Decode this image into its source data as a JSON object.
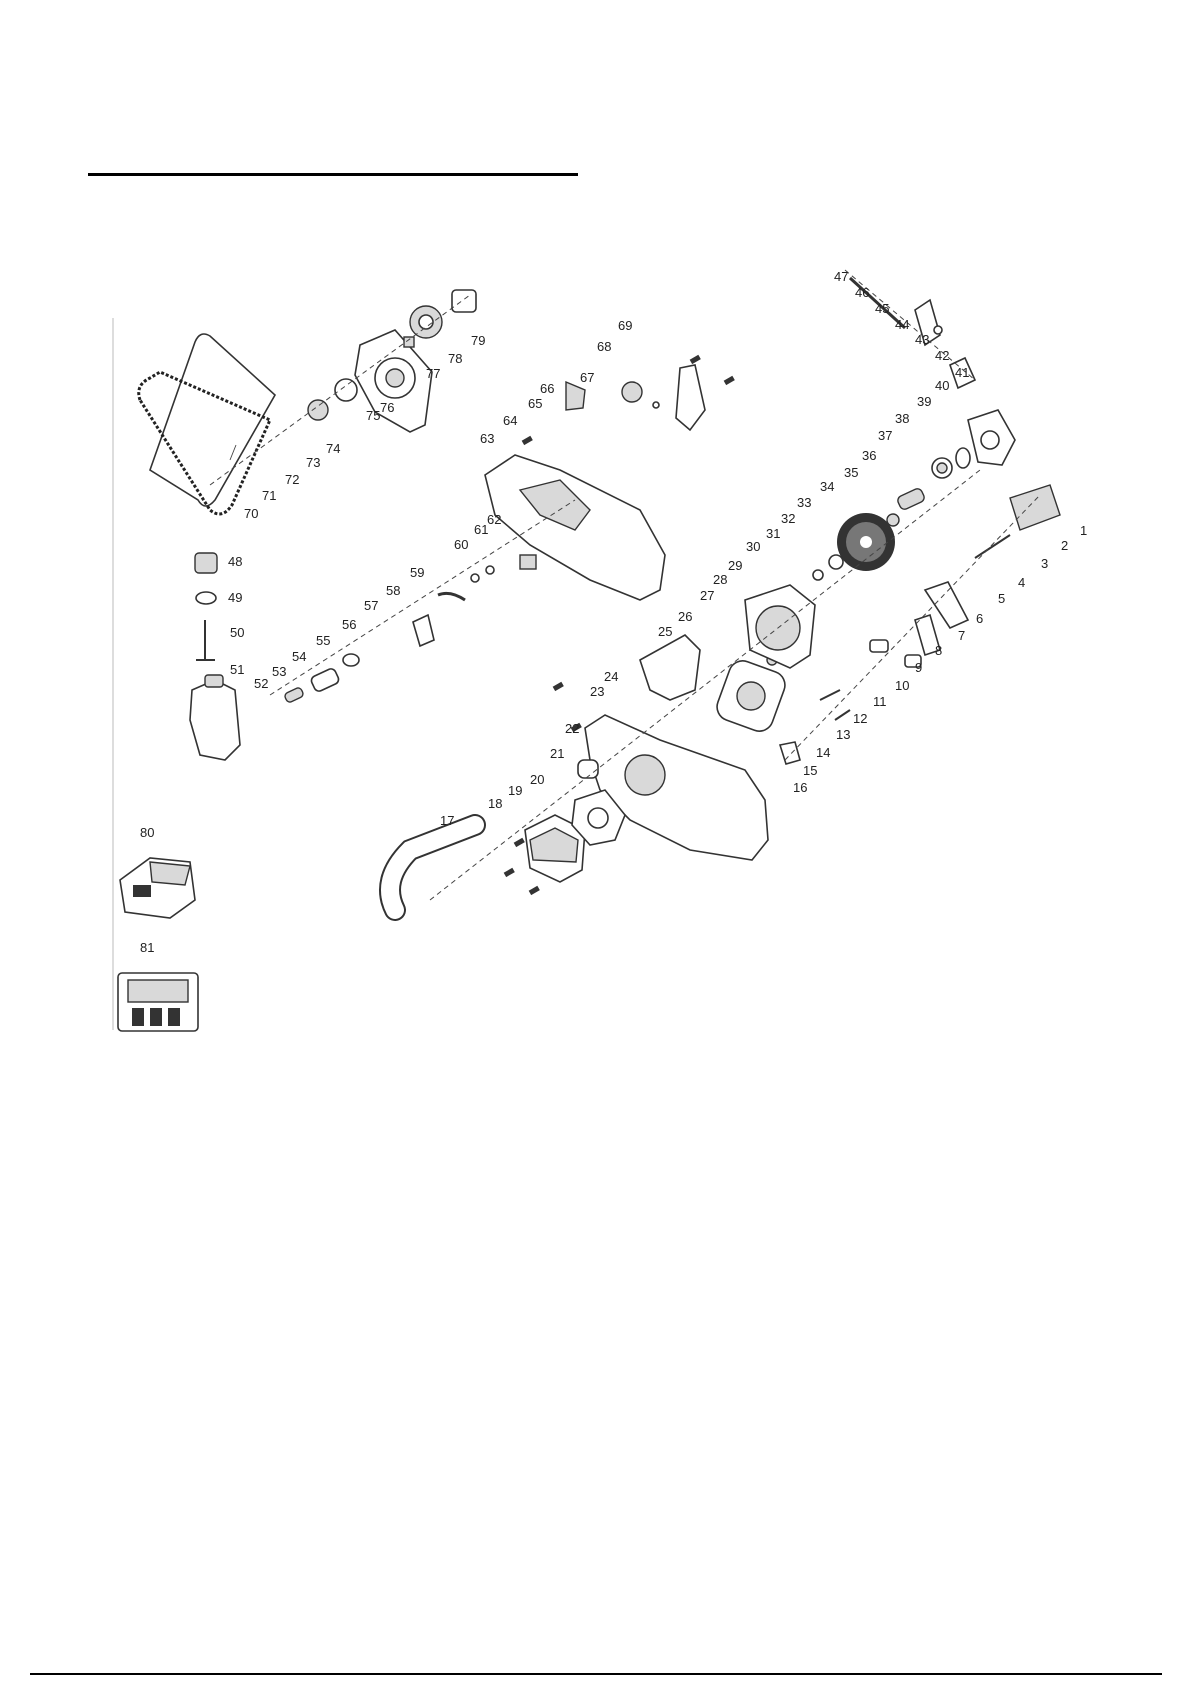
{
  "diagram": {
    "labels": [
      "1",
      "2",
      "3",
      "4",
      "5",
      "6",
      "7",
      "8",
      "9",
      "10",
      "11",
      "12",
      "13",
      "14",
      "15",
      "16",
      "17",
      "18",
      "19",
      "20",
      "21",
      "22",
      "23",
      "24",
      "25",
      "26",
      "27",
      "28",
      "29",
      "30",
      "31",
      "32",
      "33",
      "34",
      "35",
      "36",
      "37",
      "38",
      "39",
      "40",
      "41",
      "42",
      "43",
      "44",
      "45",
      "46",
      "47",
      "48",
      "49",
      "50",
      "51",
      "52",
      "53",
      "54",
      "55",
      "56",
      "57",
      "58",
      "59",
      "60",
      "61",
      "62",
      "63",
      "64",
      "65",
      "66",
      "67",
      "68",
      "69",
      "70",
      "71",
      "72",
      "73",
      "74",
      "75",
      "76",
      "77",
      "78",
      "79",
      "80",
      "81"
    ],
    "part_icons": {
      "guide_bar": "bar-shape",
      "saw_chain": "chain-shape",
      "motor": "cylinder-shape",
      "gear": "toothed-wheel-shape",
      "oil_tank": "bottle-shape",
      "front_handle": "tube-shape",
      "battery": "battery-shape",
      "charger": "charger-shape"
    }
  }
}
